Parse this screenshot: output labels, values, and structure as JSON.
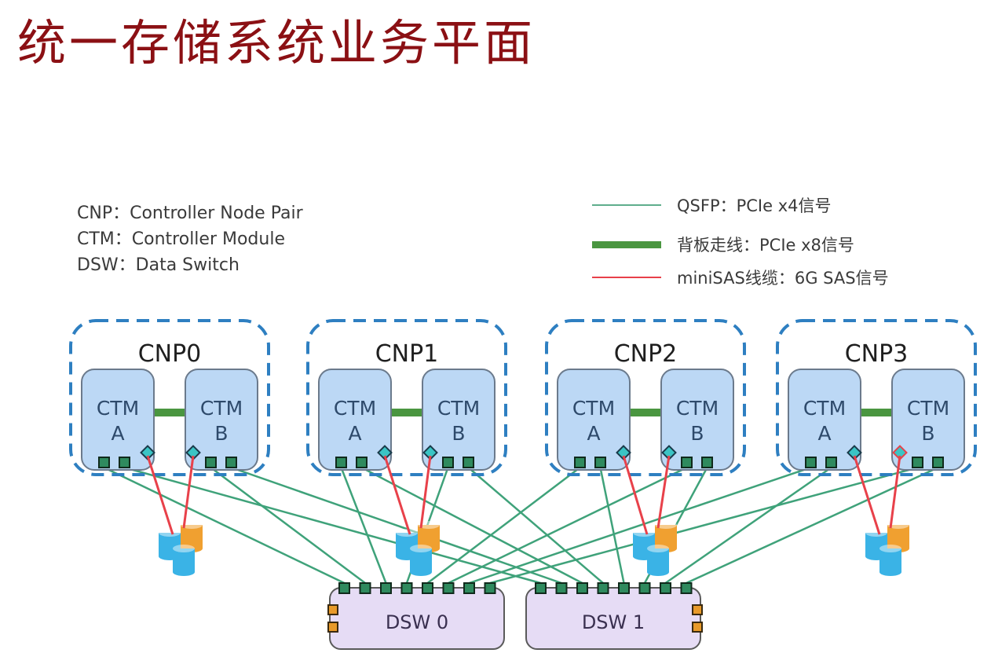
{
  "title": "统一存储系统业务平面",
  "abbreviations": [
    {
      "text": "CNP：Controller Node Pair"
    },
    {
      "text": "CTM：Controller Module"
    },
    {
      "text": "DSW：Data Switch"
    }
  ],
  "legend": [
    {
      "label": "QSFP：PCIe x4信号",
      "color": "#3fa27a",
      "kind": "thin-line"
    },
    {
      "label": "背板走线：PCIe x8信号",
      "color": "#4a9640",
      "kind": "thick-line"
    },
    {
      "label": "miniSAS线缆：6G SAS信号",
      "color": "#e8414a",
      "kind": "thin-line"
    }
  ],
  "colors": {
    "cnp_border": "#2e7fc1",
    "ctm_fill": "#bcd8f5",
    "ctm_border": "#6b7a8c",
    "port_fill": "#2f8a5e",
    "sas_port": "#3bc4c4",
    "dsw_fill": "#e6dcf5",
    "dsw_port_side": "#e89a2a",
    "qsfp": "#3fa27a",
    "backplane": "#4a9640",
    "sas": "#e8414a",
    "disk_blue": "#3ab3e6",
    "disk_orange": "#f0a030"
  },
  "cnps": [
    {
      "label": "CNP0",
      "ctm_a": [
        "CTM",
        "A"
      ],
      "ctm_b": [
        "CTM",
        "B"
      ]
    },
    {
      "label": "CNP1",
      "ctm_a": [
        "CTM",
        "A"
      ],
      "ctm_b": [
        "CTM",
        "B"
      ]
    },
    {
      "label": "CNP2",
      "ctm_a": [
        "CTM",
        "A"
      ],
      "ctm_b": [
        "CTM",
        "B"
      ]
    },
    {
      "label": "CNP3",
      "ctm_a": [
        "CTM",
        "A"
      ],
      "ctm_b": [
        "CTM",
        "B"
      ]
    }
  ],
  "dsws": [
    {
      "label": "DSW 0"
    },
    {
      "label": "DSW 1"
    }
  ]
}
